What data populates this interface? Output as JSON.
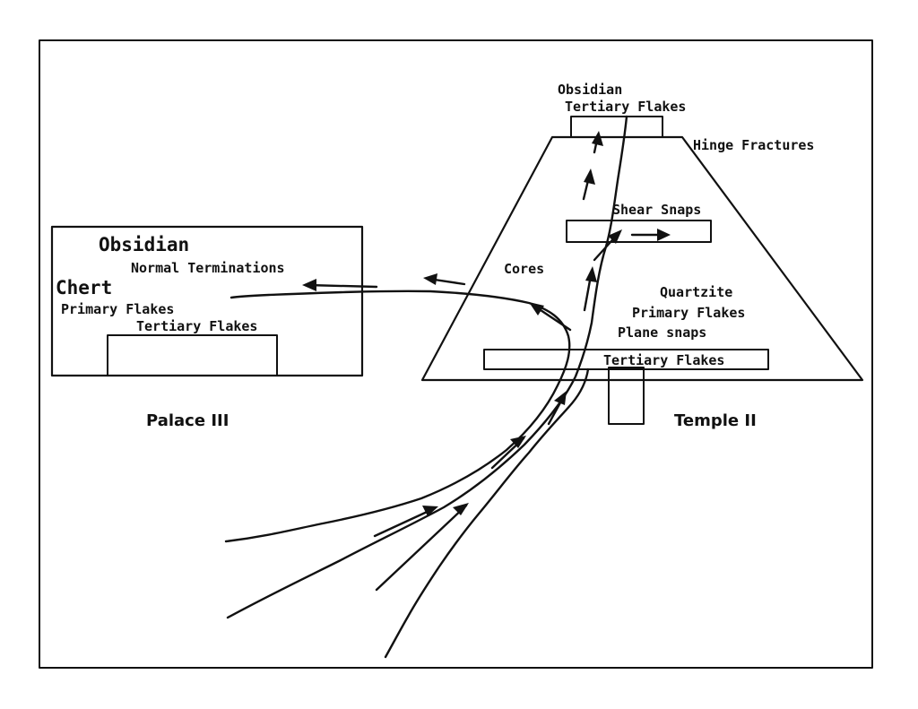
{
  "palace": {
    "obsidian": "Obsidian",
    "normal_terminations": "Normal Terminations",
    "chert": "Chert",
    "primary_flakes": "Primary Flakes",
    "tertiary_flakes": "Tertiary Flakes",
    "caption": "Palace III"
  },
  "temple": {
    "obsidian": "Obsidian",
    "tertiary_flakes_top": "Tertiary Flakes",
    "hinge_fractures": "Hinge Fractures",
    "shear_snaps": "Shear Snaps",
    "cores": "Cores",
    "quartzite": "Quartzite",
    "primary_flakes": "Primary Flakes",
    "plane_snaps": "Plane snaps",
    "tertiary_flakes_bottom": "Tertiary Flakes",
    "caption": "Temple II"
  }
}
